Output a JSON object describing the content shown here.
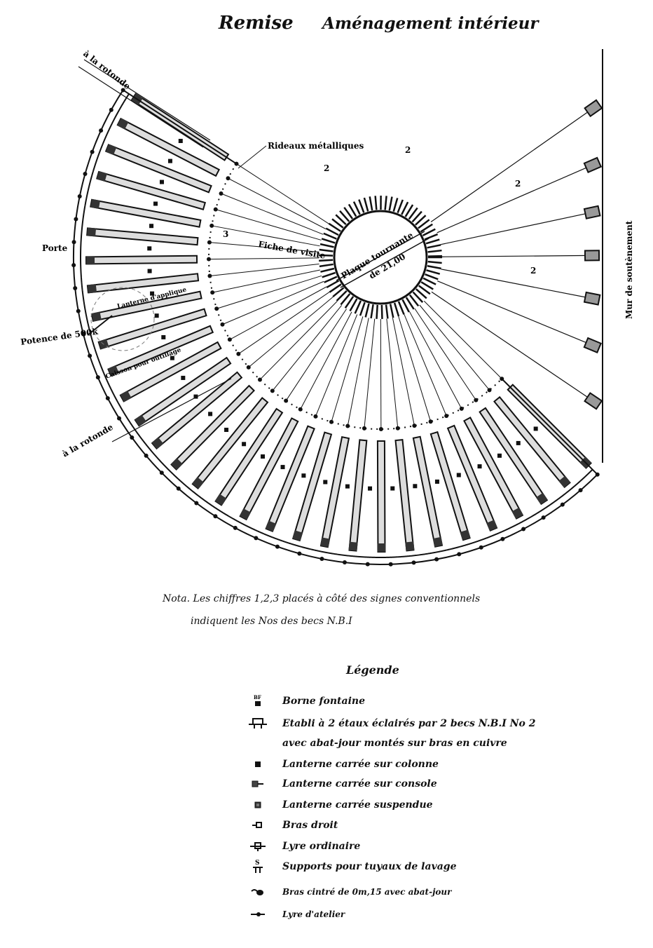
{
  "title": {
    "main": "Remise",
    "sub": "Aménagement intérieur"
  },
  "labels": {
    "rotonde_top": "à la rotonde",
    "rotonde_bottom": "à la rotonde",
    "rideaux": "Rideaux métalliques",
    "fiche": "Fiche de visite",
    "porte": "Porte",
    "potence": "Potence de 500k",
    "lanterne_applique": "Lanterne d'applique",
    "caisson": "Caisson pour outillage",
    "plaque": "Plaque tournante",
    "plaque_dim": "de 21,00",
    "mur": "Mur de soutènement",
    "mark_2": "2",
    "mark_3": "3"
  },
  "nota": {
    "line1": "Nota. Les chiffres 1,2,3 placés à côté des signes conventionnels",
    "line2": "indiquent les Nos des becs N.B.I"
  },
  "legend": {
    "title": "Légende",
    "items": [
      {
        "symbol": "borne-fontaine",
        "sym_text": "BF",
        "label": "Borne fontaine"
      },
      {
        "symbol": "etabli",
        "label": "Etabli à 2 étaux éclairés par 2 becs N.B.I No 2"
      },
      {
        "symbol": "none",
        "label": "avec abat-jour montés sur bras en cuivre"
      },
      {
        "symbol": "lanterne-colonne",
        "label": "Lanterne carrée sur colonne"
      },
      {
        "symbol": "lanterne-console",
        "label": "Lanterne carrée sur console"
      },
      {
        "symbol": "lanterne-suspendue",
        "label": "Lanterne carrée suspendue"
      },
      {
        "symbol": "bras-droit",
        "label": "Bras droit"
      },
      {
        "symbol": "lyre-ordinaire",
        "label": "Lyre ordinaire"
      },
      {
        "symbol": "supports",
        "sym_text": "S",
        "label": "Supports pour tuyaux de lavage"
      },
      {
        "symbol": "bras-cintre",
        "label": "Bras cintré de 0m,15 avec abat-jour"
      },
      {
        "symbol": "lyre-atelier",
        "label": "Lyre d'atelier"
      }
    ]
  }
}
